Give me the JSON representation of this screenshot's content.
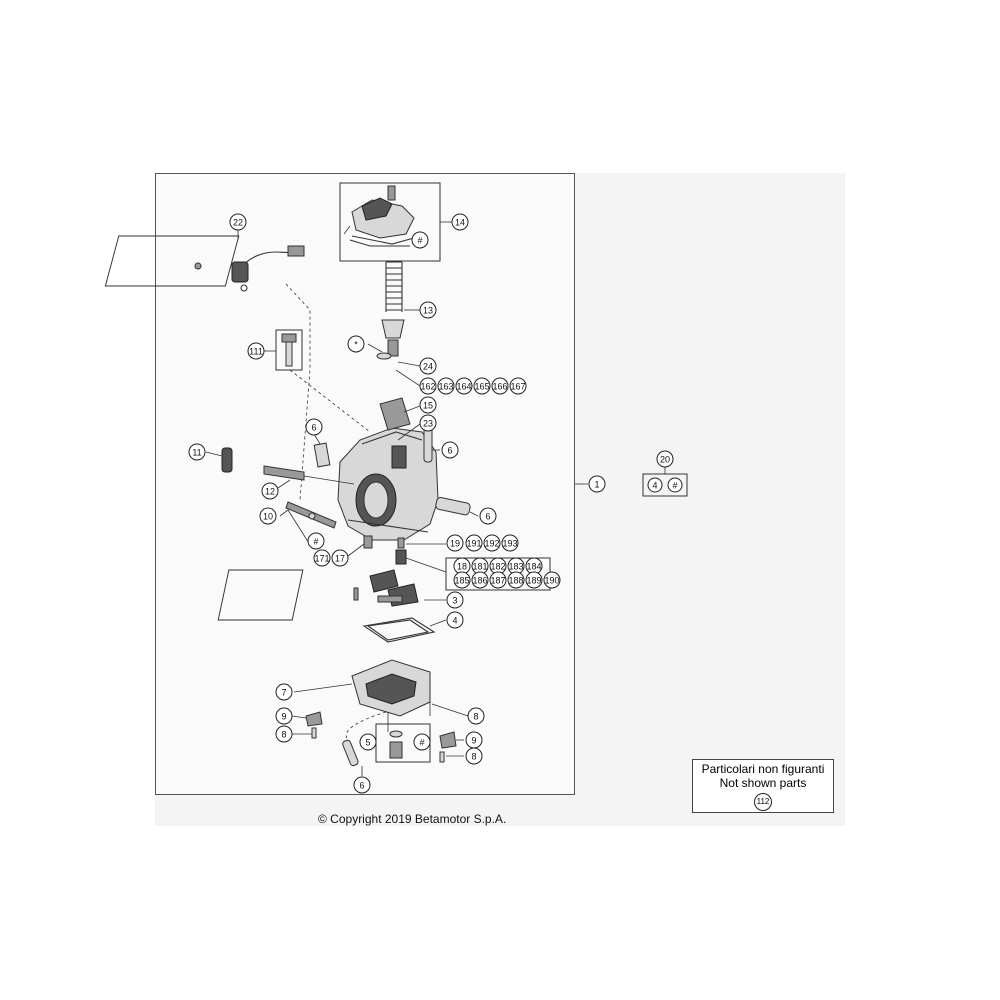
{
  "diagram": {
    "frame_callout": "1",
    "side_group": {
      "label": "20",
      "items": [
        "4",
        "#"
      ]
    },
    "callouts": [
      "22",
      "14",
      "#",
      "13",
      "*",
      "24",
      "162",
      "163",
      "164",
      "165",
      "166",
      "167",
      "111",
      "15",
      "23",
      "6",
      "11",
      "6",
      "12",
      "6",
      "10",
      "#",
      "171",
      "17",
      "19",
      "191",
      "192",
      "193",
      "18",
      "181",
      "182",
      "183",
      "184",
      "185",
      "186",
      "187",
      "188",
      "189",
      "190",
      "3",
      "4",
      "7",
      "8",
      "9",
      "8",
      "5",
      "#",
      "9",
      "8",
      "6"
    ]
  },
  "note": {
    "line1": "Particolari non figuranti",
    "line2": "Not shown parts",
    "number": "112"
  },
  "footer": {
    "copyright": "© Copyright 2019 Betamotor S.p.A."
  }
}
